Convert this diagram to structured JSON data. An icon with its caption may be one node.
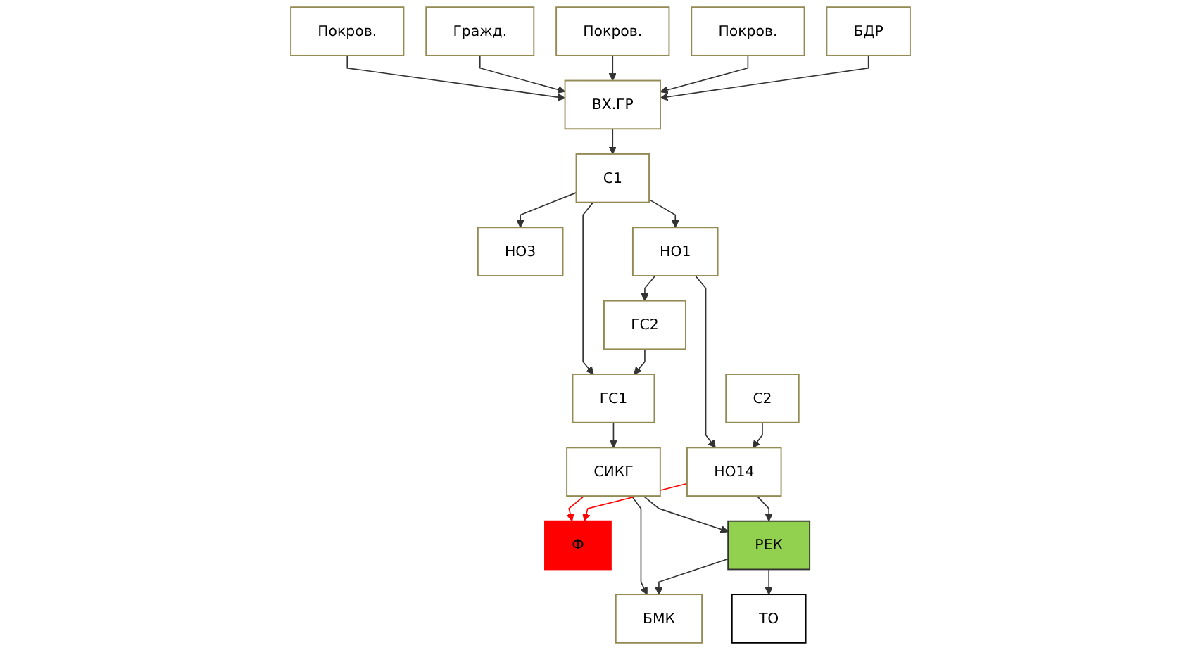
{
  "diagram": {
    "nodes": [
      {
        "text": [
          "Покров."
        ]
      },
      {
        "text": [
          "Гражд."
        ]
      },
      {
        "text": [
          "Покров."
        ]
      },
      {
        "text": [
          "Покров."
        ]
      },
      {
        "text": [
          "БДР"
        ]
      },
      {
        "text": [
          "ВХ.ГР"
        ]
      },
      {
        "text": [
          "ГС1"
        ]
      },
      {
        "text": [
          "С1"
        ]
      },
      {
        "text": [
          "СИКГ"
        ]
      },
      {
        "text": [
          "Ф"
        ]
      },
      {
        "text": [
          "БМК"
        ]
      },
      {
        "text": [
          "РЕК"
        ]
      },
      {
        "text": [
          "ГС2"
        ]
      },
      {
        "text": [
          "ТО"
        ]
      },
      {
        "text": [
          "НО3"
        ]
      },
      {
        "text": [
          "НО1"
        ]
      },
      {
        "text": [
          "НО14"
        ]
      },
      {
        "text": [
          "С2"
        ]
      }
    ],
    "edges": [
      {
        "from": 0,
        "to": 5,
        "arrow": "to"
      },
      {
        "from": 1,
        "to": 5,
        "arrow": "to"
      },
      {
        "from": 2,
        "to": 5,
        "arrow": "to"
      },
      {
        "from": 3,
        "to": 5,
        "arrow": "to"
      },
      {
        "from": 4,
        "to": 5,
        "arrow": "to"
      },
      {
        "from": 5,
        "to": 7,
        "arrow": "to"
      },
      {
        "from": 7,
        "to": 6,
        "arrow": "to"
      },
      {
        "from": 6,
        "to": 8,
        "arrow": "to"
      },
      {
        "from": 8,
        "to": 9,
        "arrow": "to",
        "color": "#ff0000"
      },
      {
        "from": 8,
        "to": 10,
        "arrow": "to"
      },
      {
        "from": 8,
        "to": 11,
        "arrow": "to"
      },
      {
        "from": 11,
        "to": 10,
        "arrow": "to"
      },
      {
        "from": 12,
        "to": 6,
        "arrow": "to"
      },
      {
        "from": 7,
        "to": 14,
        "arrow": "to"
      },
      {
        "from": 7,
        "to": 15,
        "arrow": "to"
      },
      {
        "from": 15,
        "to": 12,
        "arrow": "to"
      },
      {
        "from": 11,
        "to": 13,
        "arrow": "to"
      },
      {
        "from": 15,
        "to": 16,
        "arrow": "to"
      },
      {
        "from": 16,
        "to": 11,
        "arrow": "to"
      },
      {
        "from": 16,
        "to": 9,
        "arrow": "to",
        "color": "#ff0000"
      },
      {
        "from": 17,
        "to": 16,
        "arrow": "to"
      }
    ]
  }
}
